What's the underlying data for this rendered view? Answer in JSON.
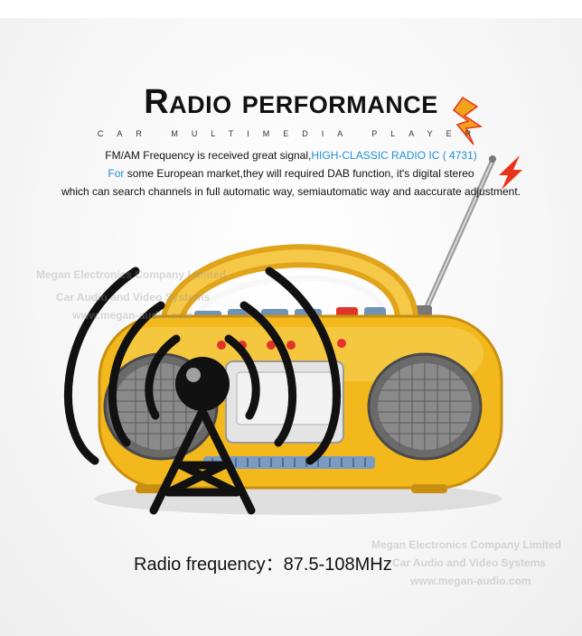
{
  "title": "Radio performance",
  "subtitle": "CAR MULTIMEDIA PLAYER",
  "description": {
    "line1_prefix": "FM/AM Frequency is received great signal,",
    "line1_highlight": "HIGH-CLASSIC RADIO IC ( 4731)",
    "line2_highlight": "For",
    "line2_text": " some European market,they will required DAB function, it's digital stereo",
    "line3": "which can search channels in full automatic way, semiautomatic way and aaccurate adjustment."
  },
  "watermarks": {
    "company": "Megan Electronics Company Limited",
    "tagline": "Car Audio and Video Systems",
    "website": "www.megan-audio.com"
  },
  "frequency_label": "Radio frequency：",
  "frequency_value": "87.5-108MHz",
  "colors": {
    "radio_body": "#f2b81c",
    "highlight_text": "#1f8fd8",
    "lightning": "#e8331c"
  },
  "icons": [
    "radio-tower-icon",
    "lightning-icon"
  ]
}
